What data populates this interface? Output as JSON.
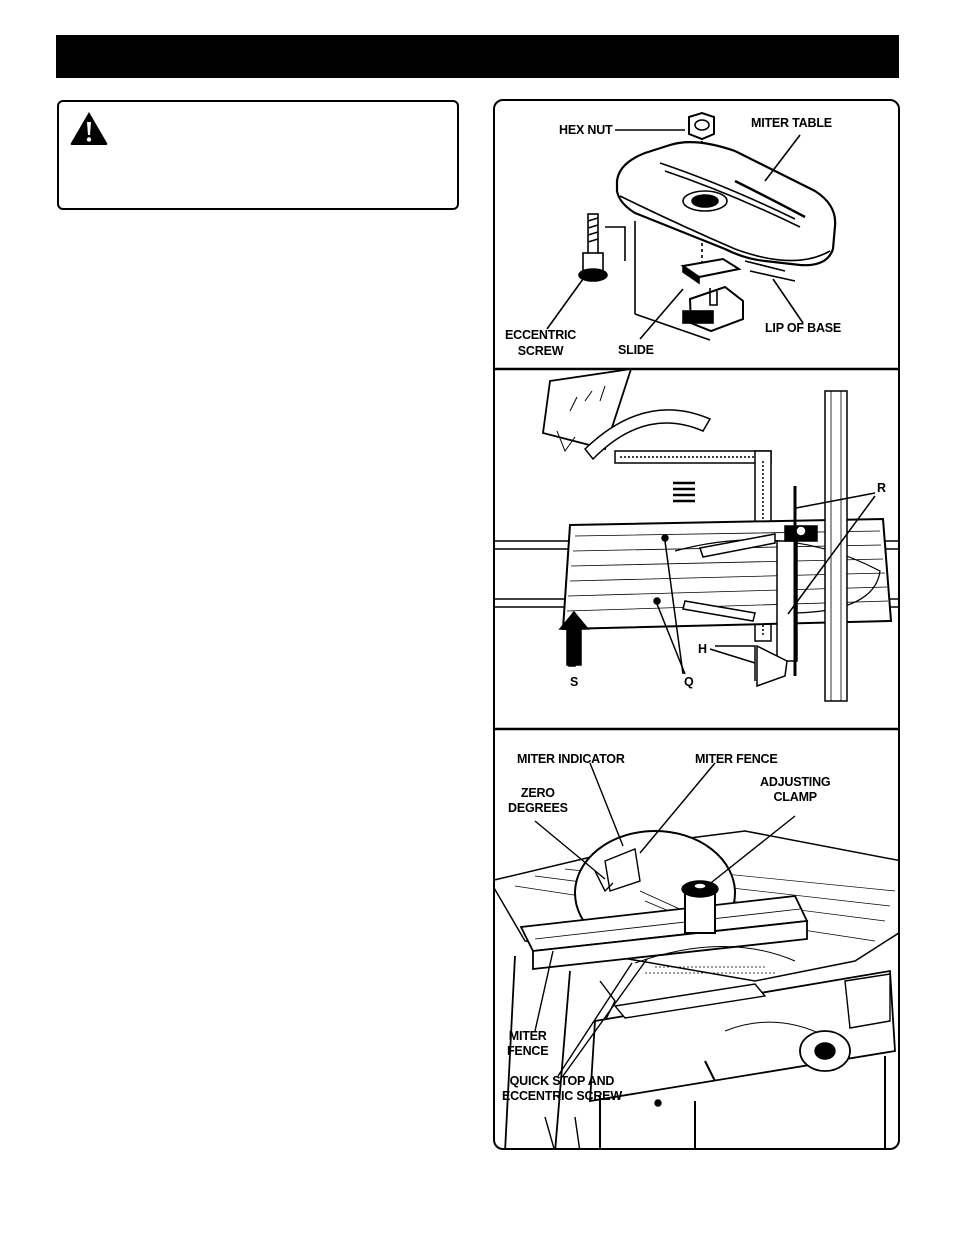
{
  "colors": {
    "header_bar": "#000000",
    "ink": "#000000",
    "paper": "#ffffff"
  },
  "warning": {
    "icon": "warning-triangle-icon"
  },
  "figure1": {
    "hex_nut": "HEX NUT",
    "miter_table": "MITER TABLE",
    "eccentric_screw_line1": "ECCENTRIC",
    "eccentric_screw_line2": "SCREW",
    "slide": "SLIDE",
    "lip_of_base": "LIP OF BASE"
  },
  "figure2": {
    "r": "R",
    "h": "H",
    "s": "S",
    "q": "Q"
  },
  "figure3": {
    "miter_indicator": "MITER INDICATOR",
    "miter_fence_top": "MITER FENCE",
    "zero_line1": "ZERO",
    "zero_line2": "DEGREES",
    "adjusting_line1": "ADJUSTING",
    "adjusting_line2": "CLAMP",
    "miter_fence_left_line1": "MITER",
    "miter_fence_left_line2": "FENCE",
    "quick_stop_line1": "QUICK STOP AND",
    "quick_stop_line2": "ECCENTRIC SCREW"
  }
}
